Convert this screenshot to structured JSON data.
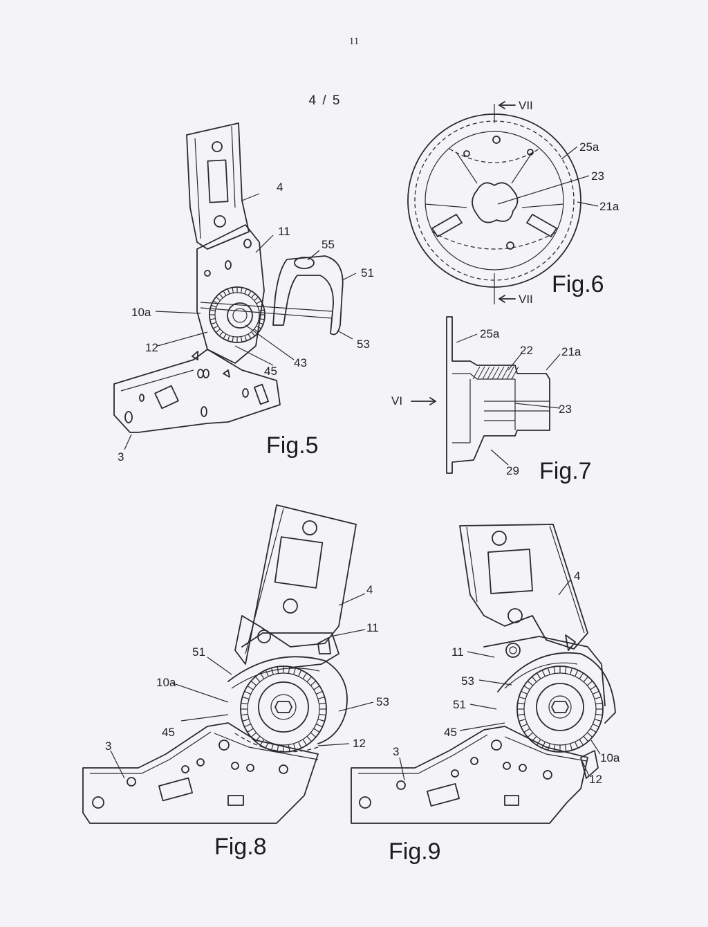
{
  "page": {
    "page_number": "11",
    "sheet_number": "4 / 5"
  },
  "figures": [
    {
      "id": "fig5",
      "title": "Fig.5",
      "labels": [
        "4",
        "11",
        "55",
        "51",
        "10a",
        "12",
        "53",
        "43",
        "45",
        "3"
      ]
    },
    {
      "id": "fig6",
      "title": "Fig.6",
      "labels": [
        "VII",
        "25a",
        "23",
        "21a",
        "VII"
      ]
    },
    {
      "id": "fig7",
      "title": "Fig.7",
      "labels": [
        "25a",
        "22",
        "21a",
        "VI",
        "23",
        "29"
      ]
    },
    {
      "id": "fig8",
      "title": "Fig.8",
      "labels": [
        "4",
        "11",
        "51",
        "10a",
        "53",
        "45",
        "3",
        "12"
      ]
    },
    {
      "id": "fig9",
      "title": "Fig.9",
      "labels": [
        "4",
        "11",
        "53",
        "51",
        "45",
        "3",
        "10a",
        "12"
      ]
    }
  ]
}
